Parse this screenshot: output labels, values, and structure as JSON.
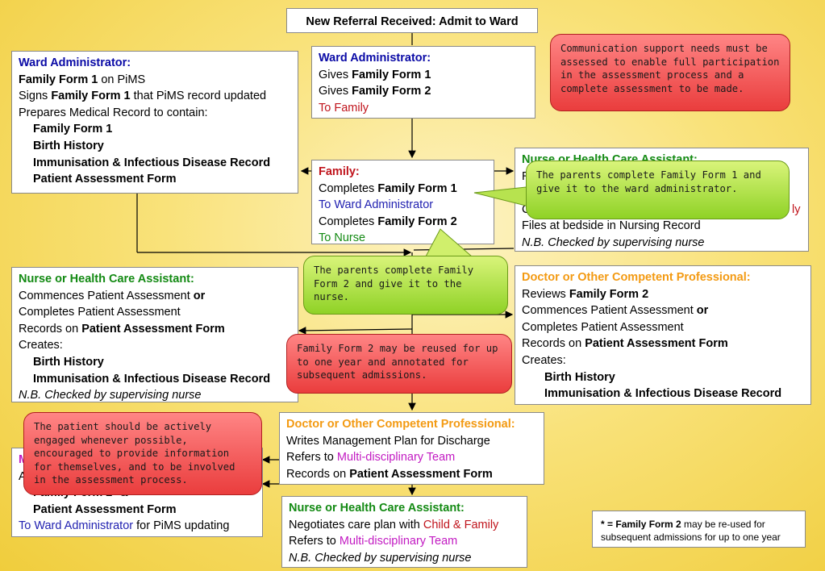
{
  "title": "New Referral Received: Admit to Ward",
  "ward_admin_left": {
    "heading": "Ward Administrator:",
    "l1a": "Family Form 1",
    "l1b": " on PiMS",
    "l2a": "Signs ",
    "l2b": "Family Form 1",
    "l2c": " that PiMS record updated",
    "l3": "Prepares Medical Record to contain:",
    "items": [
      "Family Form 1",
      "Birth History",
      "Immunisation & Infectious Disease Record",
      "Patient Assessment Form"
    ]
  },
  "ward_admin_center": {
    "heading": "Ward Administrator:",
    "l1a": "Gives ",
    "l1b": "Family Form 1",
    "l2a": "Gives ",
    "l2b": "Family Form 2",
    "l3": "To Family"
  },
  "family": {
    "heading": "Family:",
    "l1a": "Completes ",
    "l1b": "Family Form 1",
    "l2": "To Ward Administrator",
    "l3a": "Completes ",
    "l3b": "Family Form 2",
    "l4": "To Nurse"
  },
  "nurse_right": {
    "heading": "Nurse or Health Care Assistant:",
    "l1": "R",
    "l2": "A",
    "l3": "C",
    "l3r": "ly",
    "l4": "Files at bedside in Nursing Record",
    "l5": "N.B. Checked by supervising nurse"
  },
  "nurse_left": {
    "heading": "Nurse or Health Care Assistant:",
    "l1a": "Commences Patient Assessment ",
    "l1b": "or",
    "l2": "Completes Patient Assessment",
    "l3a": "Records on ",
    "l3b": "Patient Assessment Form",
    "l4": "Creates:",
    "items": [
      "Birth History",
      "Immunisation & Infectious Disease Record"
    ],
    "l5": "N.B. Checked by supervising nurse"
  },
  "doctor_right": {
    "heading": "Doctor or Other Competent Professional:",
    "l1a": "Reviews ",
    "l1b": "Family Form 2",
    "l2a": "Commences Patient Assessment ",
    "l2b": "or",
    "l3": "Completes Patient Assessment",
    "l4a": "Records on ",
    "l4b": "Patient Assessment Form",
    "l5": "Creates:",
    "items": [
      "Birth History",
      "Immunisation & Infectious Disease Record"
    ]
  },
  "doctor_center": {
    "heading": "Doctor or Other Competent Professional:",
    "l1": "Writes Management Plan for Discharge",
    "l2a": "Refers to ",
    "l2b": "Multi-disciplinary Team",
    "l3a": "Records on ",
    "l3b": "Patient Assessment Form"
  },
  "bottom_left": {
    "h": "M",
    "l1": "A",
    "l2a": "Family Form 2",
    "l2b": "* &",
    "l3": "Patient Assessment Form",
    "l4a": "To Ward Administrator",
    "l4b": " for PiMS updating"
  },
  "nurse_bottom": {
    "heading": "Nurse or Health Care Assistant:",
    "l1a": "Negotiates care plan with ",
    "l1b": "Child & Family",
    "l2a": "Refers to ",
    "l2b": "Multi-disciplinary Team",
    "l3": "N.B. Checked by supervising nurse"
  },
  "footnote": {
    "a": "* = ",
    "b": "Family Form 2",
    "c": " may be re-used for subsequent admissions for up to one year"
  },
  "notes": {
    "communication": "Communication support needs must be assessed to enable full participation in the assessment process and a complete assessment to be made.",
    "form1": "The parents complete Family Form 1 and give it to the ward administrator.",
    "form2": "The parents complete Family Form 2 and give it to the nurse.",
    "reuse": "Family Form 2 may be reused for up to one year and annotated for subsequent admissions.",
    "engage": "The patient should be actively engaged whenever possible, encouraged to provide information for themselves, and to be involved in the assessment process."
  },
  "colors": {
    "blue_heading": "#0a0aa6",
    "green_heading": "#138a13",
    "orange_heading": "#f39a12",
    "red_text": "#c0141c",
    "magenta_text": "#c21ac2",
    "red_note": "#ea3d3d",
    "green_note": "#8fd226"
  }
}
